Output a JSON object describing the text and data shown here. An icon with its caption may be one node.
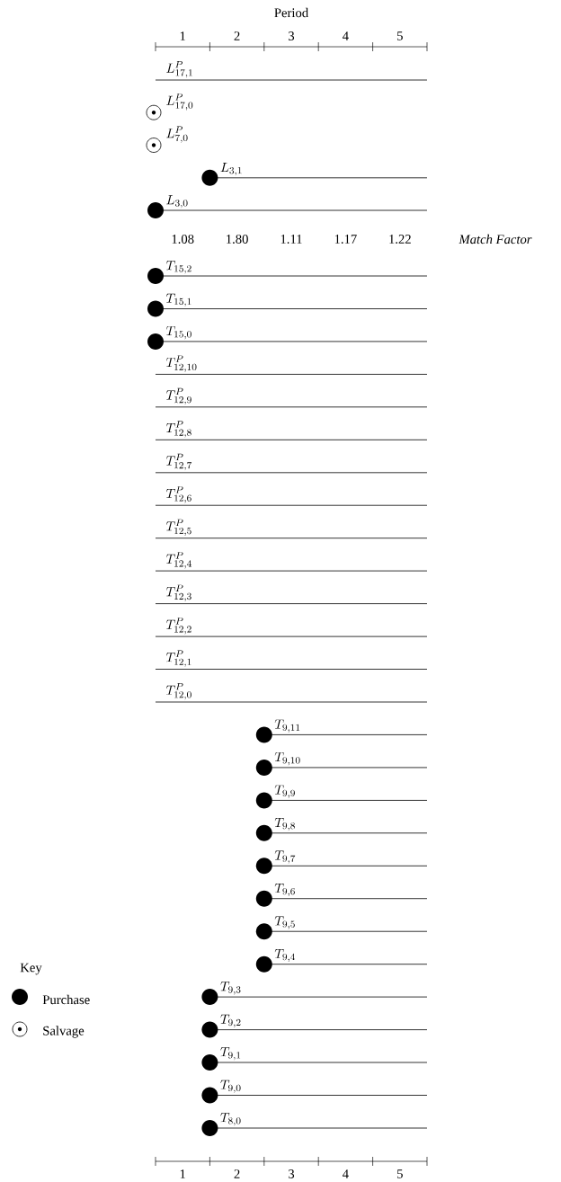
{
  "diagram": {
    "labels": [
      "Period",
      "1",
      "2",
      "3",
      "4",
      "5",
      "L^{P}_{17,1}",
      "L^{P}_{17,0}",
      "L^{P}_{7,0}",
      "L_{3,1}",
      "L_{3,0}",
      "1.08",
      "1.80",
      "1.11",
      "1.17",
      "1.22",
      "Match Factor",
      "T_{15,2}",
      "T_{15,1}",
      "T_{15,0}",
      "T^{P}_{12,10}",
      "T^{P}_{12,9}",
      "T^{P}_{12,8}",
      "T^{P}_{12,7}",
      "T^{P}_{12,6}",
      "T^{P}_{12,5}",
      "T^{P}_{12,4}",
      "T^{P}_{12,3}",
      "T^{P}_{12,2}",
      "T^{P}_{12,1}",
      "T^{P}_{12,0}",
      "T_{9,11}",
      "T_{9,10}",
      "T_{9,9}",
      "T_{9,8}",
      "T_{9,7}",
      "T_{9,6}",
      "T_{9,5}",
      "T_{9,4}",
      "T_{9,3}",
      "T_{9,2}",
      "T_{9,1}",
      "T_{9,0}",
      "T_{8,0}",
      "Key",
      "1",
      "2",
      "3",
      "4",
      "5"
    ],
    "legend": [
      {
        "text": "Purchase"
      },
      {
        "text": "Salvage"
      }
    ]
  }
}
